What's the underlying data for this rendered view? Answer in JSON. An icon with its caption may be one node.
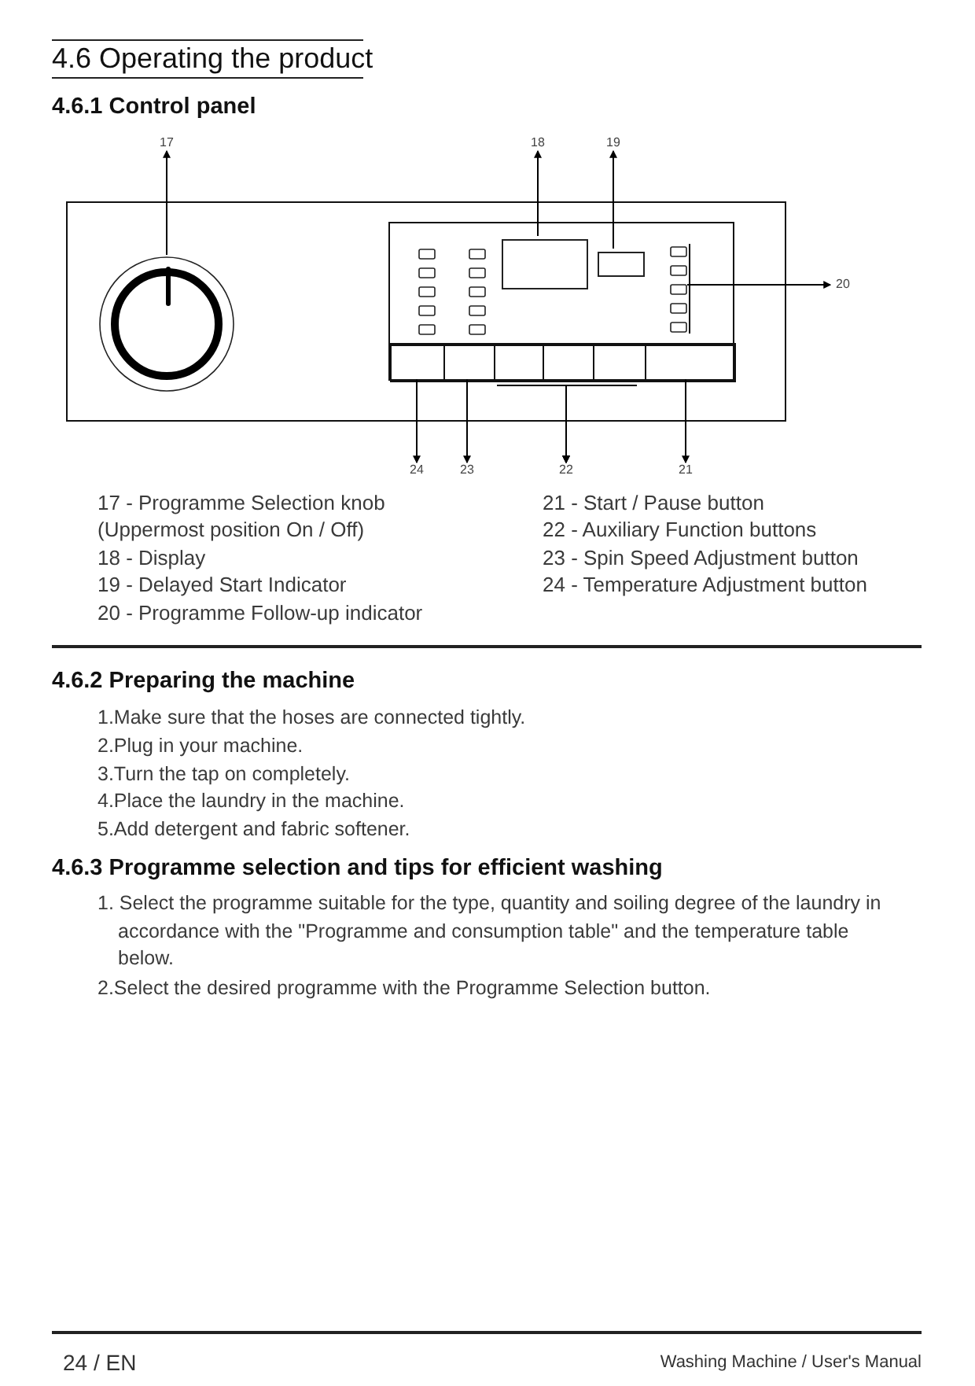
{
  "diagram": {
    "title": "4.6 Operating the product",
    "nodes": [
      {
        "text": [
          "17"
        ]
      },
      {
        "text": [
          "18"
        ]
      },
      {
        "text": [
          "19"
        ]
      },
      {
        "text": [],
        "shape": "box"
      },
      {
        "text": [],
        "shape": "circle",
        "in": 3
      },
      {
        "text": [],
        "shape": "box",
        "in": 3
      },
      {
        "text": [],
        "shape": "box",
        "in": 5
      },
      {
        "text": [],
        "shape": "box",
        "in": 5
      },
      {
        "text": [],
        "shape": "box",
        "in": 5
      },
      {
        "text": [
          "20"
        ]
      },
      {
        "text": [],
        "shape": "box",
        "in": 5
      },
      {
        "text": [],
        "shape": "box",
        "in": 5
      },
      {
        "text": [],
        "shape": "box",
        "in": 5
      },
      {
        "text": [],
        "shape": "box",
        "in": 5
      },
      {
        "text": [],
        "shape": "box",
        "in": 5
      },
      {
        "text": [],
        "shape": "box",
        "in": 5
      },
      {
        "text": [
          "24"
        ]
      },
      {
        "text": [
          "23"
        ]
      },
      {
        "text": [
          "22"
        ]
      },
      {
        "text": [
          "21"
        ]
      }
    ],
    "edges": [
      {
        "from": 4,
        "to": 0,
        "arrow": "to"
      },
      {
        "from": 6,
        "to": 1,
        "arrow": "to"
      },
      {
        "from": 7,
        "to": 2,
        "arrow": "to"
      },
      {
        "from": 8,
        "to": 9,
        "arrow": "to"
      },
      {
        "from": 10,
        "to": 16,
        "arrow": "to"
      },
      {
        "from": 11,
        "to": 17,
        "arrow": "to"
      },
      {
        "from": 12,
        "to": 18,
        "arrow": "to"
      },
      {
        "from": 13,
        "to": 18,
        "arrow": "to"
      },
      {
        "from": 14,
        "to": 18,
        "arrow": "to"
      },
      {
        "from": 15,
        "to": 19,
        "arrow": "to"
      }
    ],
    "labels": [
      "4.6.1 Control panel",
      "17 - Programme Selection knob",
      "(Uppermost position On / Off)",
      "18 - Display",
      "19 - Delayed Start Indicator",
      "20 - Programme Follow-up indicator",
      "21 - Start / Pause button",
      "22 - Auxiliary Function buttons",
      "23 - Spin Speed Adjustment button",
      "24 - Temperature Adjustment button",
      "4.6.2 Preparing the machine",
      "1.Make sure that the hoses are connected tightly.",
      "2.Plug in your machine.",
      "3.Turn the tap on completely.",
      "4.Place the laundry in the machine.",
      "5.Add detergent and fabric softener.",
      "4.6.3 Programme selection and tips for efficient washing",
      "1. Select the programme suitable for the type, quantity and soiling degree of the laundry in accordance with the \"Programme and consumption table\" and the temperature table below.",
      "2.Select the desired programme with the Programme Selection button.",
      "24 / EN",
      "Washing Machine / User's Manual"
    ]
  }
}
